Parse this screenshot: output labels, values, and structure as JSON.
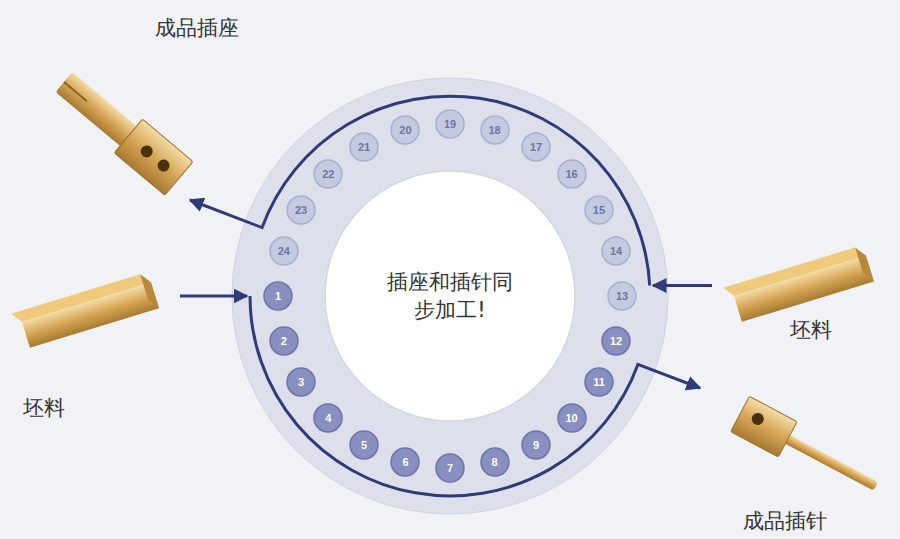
{
  "diagram": {
    "nodes": [
      {
        "text": [
          "插座和插针同步加工!"
        ]
      },
      {
        "text": [
          "1"
        ]
      },
      {
        "text": [
          "2"
        ]
      },
      {
        "text": [
          "3"
        ]
      },
      {
        "text": [
          "4"
        ]
      },
      {
        "text": [
          "5"
        ]
      },
      {
        "text": [
          "6"
        ]
      },
      {
        "text": [
          "7"
        ]
      },
      {
        "text": [
          "8"
        ]
      },
      {
        "text": [
          "9"
        ]
      },
      {
        "text": [
          "10"
        ]
      },
      {
        "text": [
          "11"
        ]
      },
      {
        "text": [
          "12"
        ]
      },
      {
        "text": [
          "13"
        ]
      },
      {
        "text": [
          "14"
        ]
      },
      {
        "text": [
          "15"
        ]
      },
      {
        "text": [
          "16"
        ]
      },
      {
        "text": [
          "17"
        ]
      },
      {
        "text": [
          "18"
        ]
      },
      {
        "text": [
          "19"
        ]
      },
      {
        "text": [
          "20"
        ]
      },
      {
        "text": [
          "21"
        ]
      },
      {
        "text": [
          "22"
        ]
      },
      {
        "text": [
          "23"
        ]
      },
      {
        "text": [
          "24"
        ]
      }
    ],
    "labels": [
      "成品插座",
      "坯料",
      "坯料",
      "成品插针"
    ]
  }
}
